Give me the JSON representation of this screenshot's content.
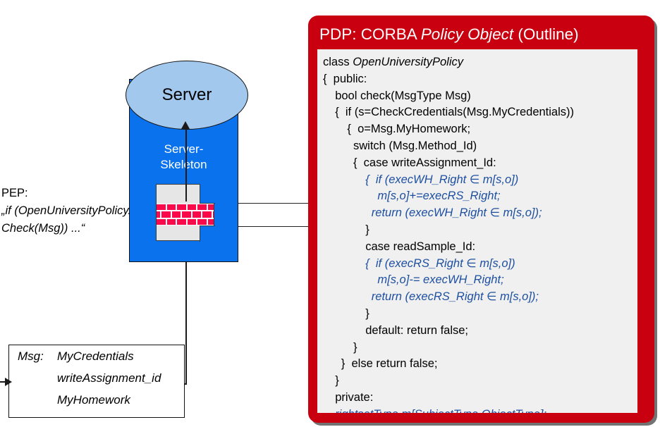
{
  "pep": {
    "title": "PEP:",
    "line1": "„if (OpenUniversityPolicy.",
    "line2": "Check(Msg)) ...“"
  },
  "server": {
    "ellipse_label": "Server",
    "skeleton_label_line1": "Server-",
    "skeleton_label_line2": "Skeleton",
    "firewall_name": "firewall-brick-band"
  },
  "msg_box": {
    "key": "Msg:",
    "values": [
      "MyCredentials",
      "writeAssignment_id",
      "MyHomework"
    ]
  },
  "pdp": {
    "title_prefix": "PDP: CORBA ",
    "title_italic": "Policy Object",
    "title_suffix": " (Outline)",
    "code": [
      {
        "indent": 0,
        "text": "class ",
        "italic_tail": "OpenUniversityPolicy",
        "blue": false
      },
      {
        "indent": 0,
        "text": "{  public:",
        "blue": false
      },
      {
        "indent": 2,
        "text": "bool check(MsgType Msg)",
        "blue": false
      },
      {
        "indent": 2,
        "text": "{  if (s=CheckCredentials(Msg.MyCredentials))",
        "blue": false
      },
      {
        "indent": 4,
        "text": "{  o=Msg.MyHomework;",
        "blue": false
      },
      {
        "indent": 5,
        "text": "switch (Msg.Method_Id)",
        "blue": false
      },
      {
        "indent": 5,
        "text": "{  case writeAssignment_Id:",
        "blue": false
      },
      {
        "indent": 7,
        "text": "{  if (execWH_Right ∈ m[s,o])",
        "blue": true
      },
      {
        "indent": 9,
        "text": "m[s,o]+=execRS_Right;",
        "blue": true
      },
      {
        "indent": 8,
        "text": "return (execWH_Right ∈ m[s,o]);",
        "blue": true
      },
      {
        "indent": 7,
        "text": "}",
        "blue": false
      },
      {
        "indent": 7,
        "text": "case readSample_Id:",
        "blue": false
      },
      {
        "indent": 7,
        "text": "{  if (execRS_Right ∈ m[s,o])",
        "blue": true
      },
      {
        "indent": 9,
        "text": "m[s,o]-= execWH_Right;",
        "blue": true
      },
      {
        "indent": 8,
        "text": "return (execRS_Right ∈ m[s,o]);",
        "blue": true
      },
      {
        "indent": 7,
        "text": "}",
        "blue": false
      },
      {
        "indent": 7,
        "text": "default: return false;",
        "blue": false
      },
      {
        "indent": 5,
        "text": "}",
        "blue": false
      },
      {
        "indent": 3,
        "text": "}  else return false;",
        "blue": false
      },
      {
        "indent": 2,
        "text": "}",
        "blue": false
      },
      {
        "indent": 2,
        "text": "private:",
        "blue": false
      },
      {
        "indent": 2,
        "text": "rightsetType m[SubjectType,ObjectType];",
        "blue": true
      },
      {
        "indent": 0,
        "text": "}",
        "blue": false
      }
    ]
  },
  "colors": {
    "pdp_red": "#C8000F",
    "code_blue": "#1D4FA0",
    "server_blue": "#0B72EE",
    "ellipse_blue": "#A3C8EE",
    "firewall_red": "#FA0A4B",
    "code_bg": "#F0F0F0"
  }
}
